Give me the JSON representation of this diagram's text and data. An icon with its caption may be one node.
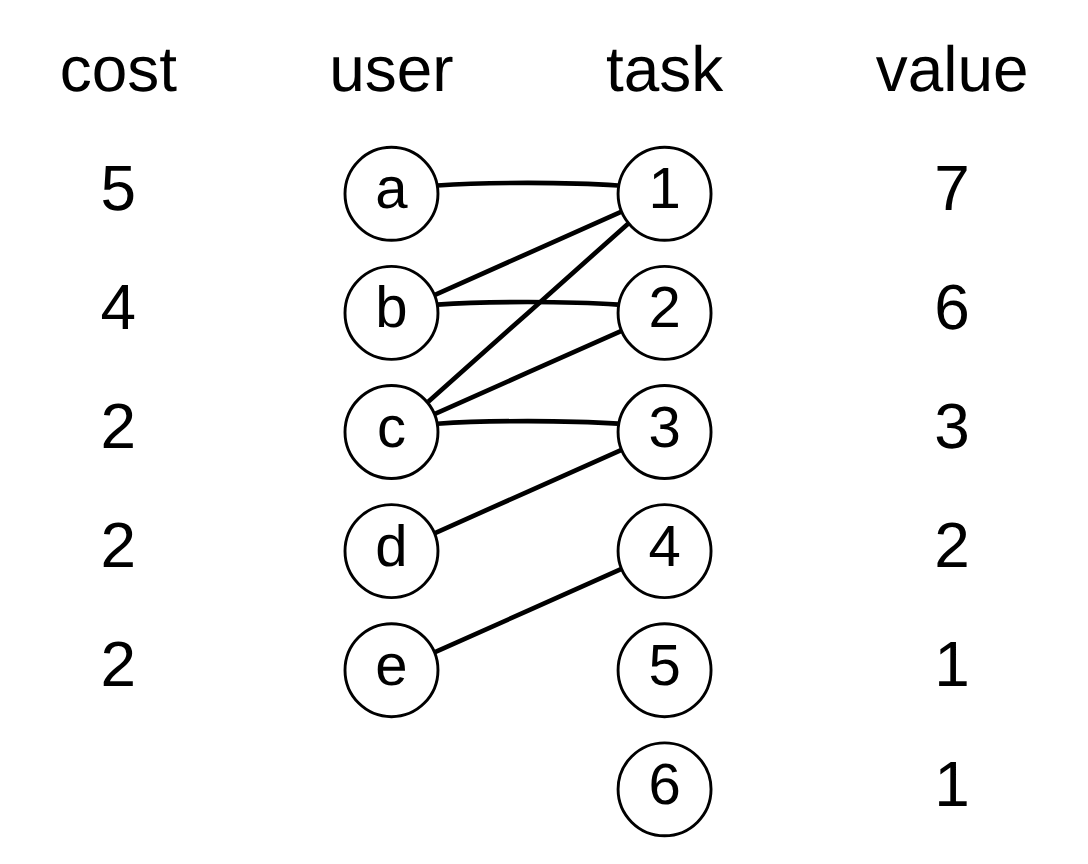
{
  "diagram": {
    "nodes": [
      {
        "text": [
          "a"
        ]
      },
      {
        "text": [
          "b"
        ]
      },
      {
        "text": [
          "c"
        ]
      },
      {
        "text": [
          "d"
        ]
      },
      {
        "text": [
          "e"
        ]
      },
      {
        "text": [
          "1"
        ]
      },
      {
        "text": [
          "2"
        ]
      },
      {
        "text": [
          "3"
        ]
      },
      {
        "text": [
          "4"
        ]
      },
      {
        "text": [
          "5"
        ]
      },
      {
        "text": [
          "6"
        ]
      }
    ],
    "edges": [
      {
        "from": 0,
        "to": 5,
        "arrow": "none"
      },
      {
        "from": 1,
        "to": 5,
        "arrow": "none"
      },
      {
        "from": 1,
        "to": 6,
        "arrow": "none"
      },
      {
        "from": 2,
        "to": 5,
        "arrow": "none"
      },
      {
        "from": 2,
        "to": 6,
        "arrow": "none"
      },
      {
        "from": 2,
        "to": 7,
        "arrow": "none"
      },
      {
        "from": 3,
        "to": 7,
        "arrow": "none"
      },
      {
        "from": 4,
        "to": 8,
        "arrow": "none"
      }
    ],
    "labels": [
      "cost",
      "user",
      "task",
      "value",
      "5",
      "7",
      "4",
      "6",
      "2",
      "3",
      "2",
      "2",
      "2",
      "1",
      "1"
    ]
  }
}
